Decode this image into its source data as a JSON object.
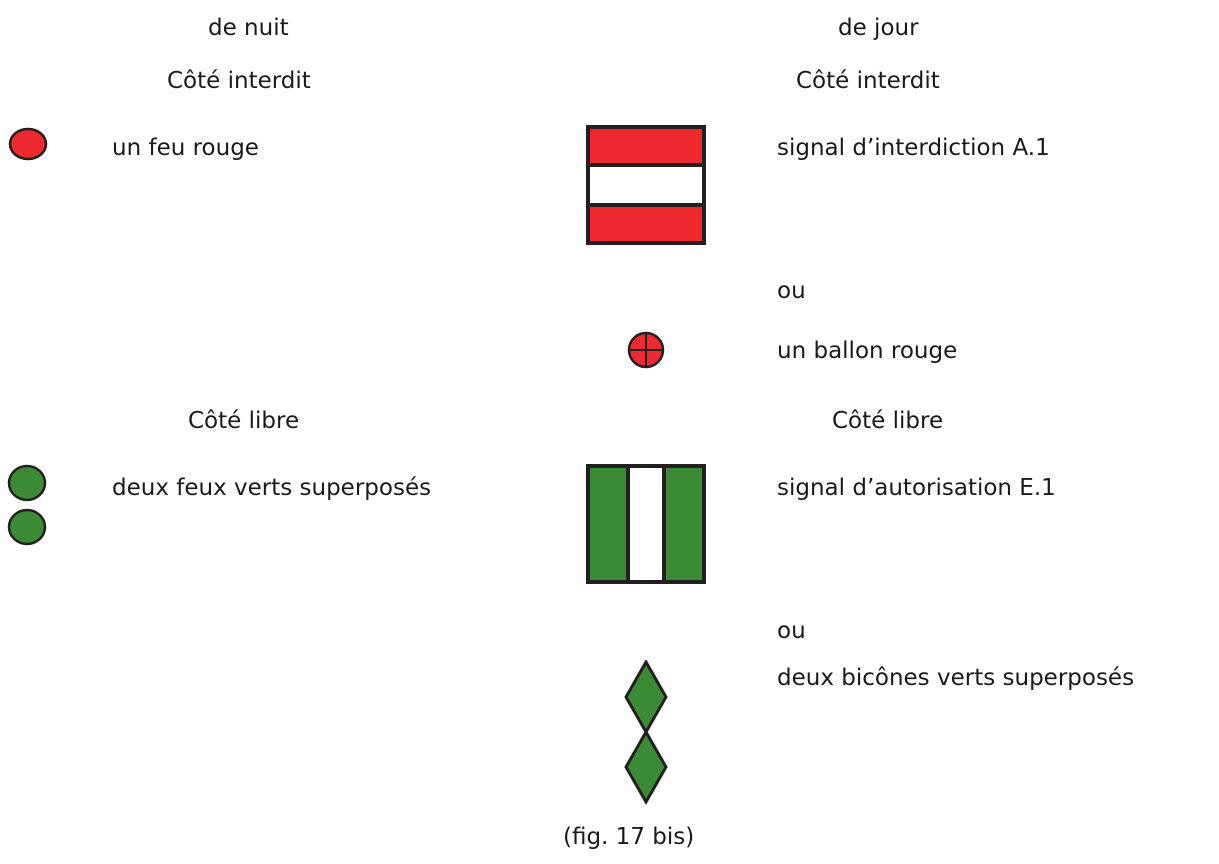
{
  "headings": {
    "night": "de nuit",
    "day": "de jour"
  },
  "section_forbidden": {
    "night_label": "Côté interdit",
    "day_label": "Côté interdit",
    "night_item": "un feu rouge",
    "day_signal": "signal d’interdiction A.1",
    "or": "ou",
    "day_ball": "un ballon rouge"
  },
  "section_free": {
    "night_label": "Côté libre",
    "day_label": "Côté libre",
    "night_item": "deux feux verts superposés",
    "day_signal": "signal d’autorisation E.1",
    "or": "ou",
    "day_bicones": "deux bicônes verts superposés"
  },
  "caption": "(fig. 17 bis)",
  "colors": {
    "red": "#ee2a30",
    "green": "#3b8a35",
    "outline": "#231f20",
    "text": "#1a1a1a"
  },
  "icons": [
    "red-light-icon",
    "prohibition-sign-a1-icon",
    "red-ball-icon",
    "green-lights-icon",
    "authorisation-sign-e1-icon",
    "green-bicones-icon"
  ]
}
